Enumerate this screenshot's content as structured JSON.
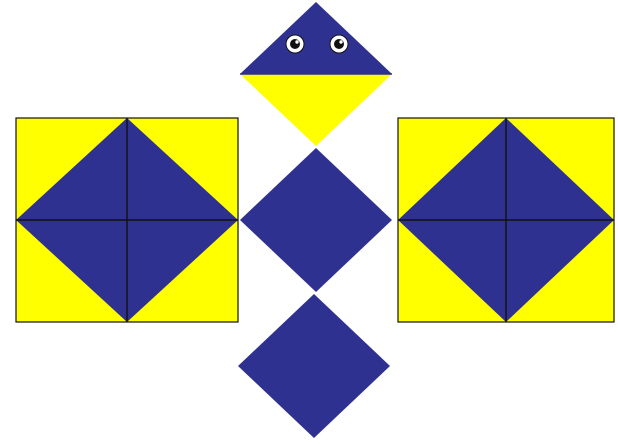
{
  "colors": {
    "background": "#ffffff",
    "yellow": "#ffff00",
    "blue": "#2f3190",
    "line": "#111111",
    "eye_white": "#ffffff",
    "eye_dark": "#111111"
  },
  "pieces": {
    "head": "triangle-head-with-eyes",
    "left_wing": "square-with-diamond",
    "right_wing": "square-with-diamond",
    "body_upper": "blue-diamond",
    "body_lower": "blue-diamond"
  }
}
